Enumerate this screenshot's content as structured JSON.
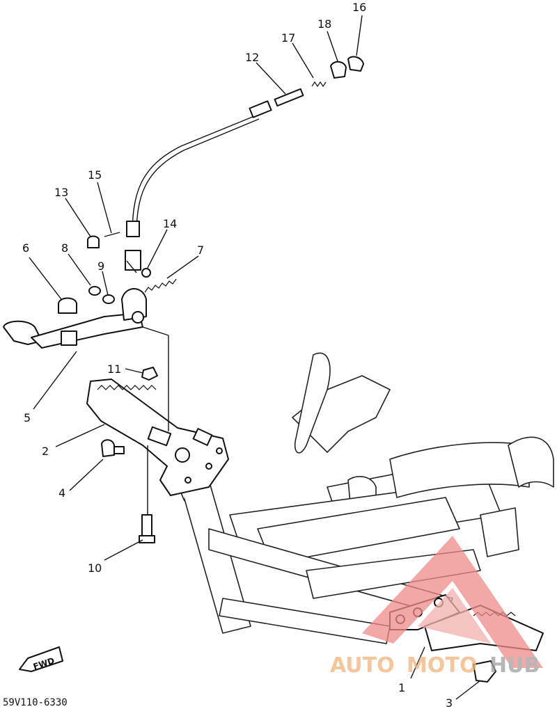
{
  "diagram": {
    "callouts": [
      {
        "id": "c1",
        "label": "1"
      },
      {
        "id": "c2",
        "label": "2"
      },
      {
        "id": "c3",
        "label": "3"
      },
      {
        "id": "c4",
        "label": "4"
      },
      {
        "id": "c5",
        "label": "5"
      },
      {
        "id": "c6",
        "label": "6"
      },
      {
        "id": "c7",
        "label": "7"
      },
      {
        "id": "c8",
        "label": "8"
      },
      {
        "id": "c9",
        "label": "9"
      },
      {
        "id": "c10",
        "label": "10"
      },
      {
        "id": "c11",
        "label": "11"
      },
      {
        "id": "c12",
        "label": "12"
      },
      {
        "id": "c13",
        "label": "13"
      },
      {
        "id": "c14",
        "label": "14"
      },
      {
        "id": "c15",
        "label": "15"
      },
      {
        "id": "c16",
        "label": "16"
      },
      {
        "id": "c17",
        "label": "17"
      },
      {
        "id": "c18",
        "label": "18"
      }
    ],
    "direction_label": "FWD",
    "drawing_code": "59V110-6330",
    "watermark": {
      "text_part1": "AUTO",
      "text_part2": "MOTO",
      "text_part3": "HUB",
      "color_primary": "#f2b27a",
      "color_secondary": "#a0a0a0",
      "color_logo": "#f08a8a"
    }
  }
}
